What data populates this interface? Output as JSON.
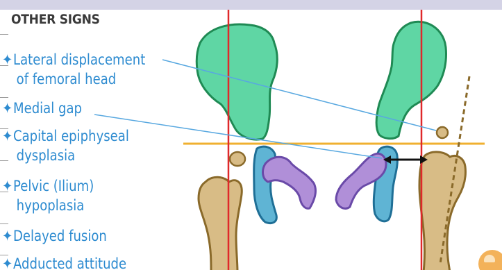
{
  "heading": "OTHER SIGNS",
  "signs": [
    {
      "line1": "Lateral displacement",
      "line2": "of femoral head"
    },
    {
      "line1": "Medial gap",
      "line2": ""
    },
    {
      "line1": "Capital epiphyseal",
      "line2": "dysplasia"
    },
    {
      "line1": "Pelvic (Ilium)",
      "line2": "hypoplasia"
    },
    {
      "line1": "Delayed fusion",
      "line2": ""
    },
    {
      "line1": "Adducted attitude",
      "line2": ""
    }
  ],
  "bullet_symbol": "✦",
  "colors": {
    "text_blue": "#2d8bd0",
    "ilium_green": "#5fd6a4",
    "ischium_blue": "#5fb4d4",
    "pubis_purple": "#b08fd8",
    "femur_tan": "#d8bc86",
    "bone_outline_brown": "#8a6a2a",
    "hilgenreiner_line": "#f0b030",
    "perkins_line": "#e0282a",
    "pointer_line": "#58a8e0",
    "badge_orange": "#f3b25a"
  },
  "icons": [
    "four-point-star-icon",
    "double-headed-arrow-icon",
    "logo-badge-icon"
  ]
}
